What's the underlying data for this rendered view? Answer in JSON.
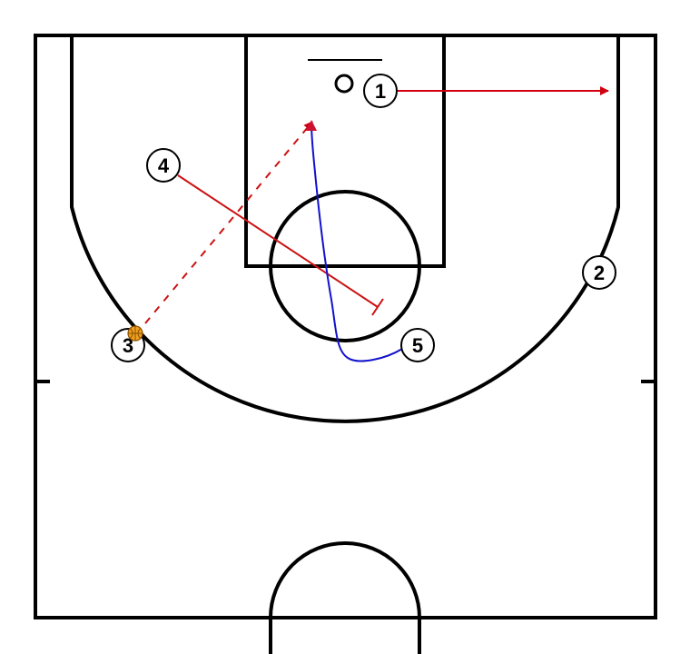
{
  "diagram": {
    "colors": {
      "court_lines": "#000000",
      "background": "#ffffff",
      "cut_arrow": "#d0000f",
      "screen": "#cc1111",
      "pass": "#cc1111",
      "dribble": "#1111cc",
      "ball": "#f0a020"
    },
    "players": [
      {
        "id": "p1",
        "label": "1"
      },
      {
        "id": "p2",
        "label": "2"
      },
      {
        "id": "p3",
        "label": "3",
        "has_ball": true
      },
      {
        "id": "p4",
        "label": "4"
      },
      {
        "id": "p5",
        "label": "5"
      }
    ],
    "actions": [
      {
        "type": "cut",
        "from": "1",
        "style": "solid-arrow",
        "color": "red"
      },
      {
        "type": "screen",
        "from": "4",
        "style": "solid-with-bar",
        "color": "red"
      },
      {
        "type": "pass",
        "from": "3",
        "style": "dashed-arrow",
        "color": "red"
      },
      {
        "type": "cut",
        "from": "5",
        "style": "curved-arrow",
        "color": "blue"
      }
    ],
    "ball_icon": "basketball-icon"
  }
}
